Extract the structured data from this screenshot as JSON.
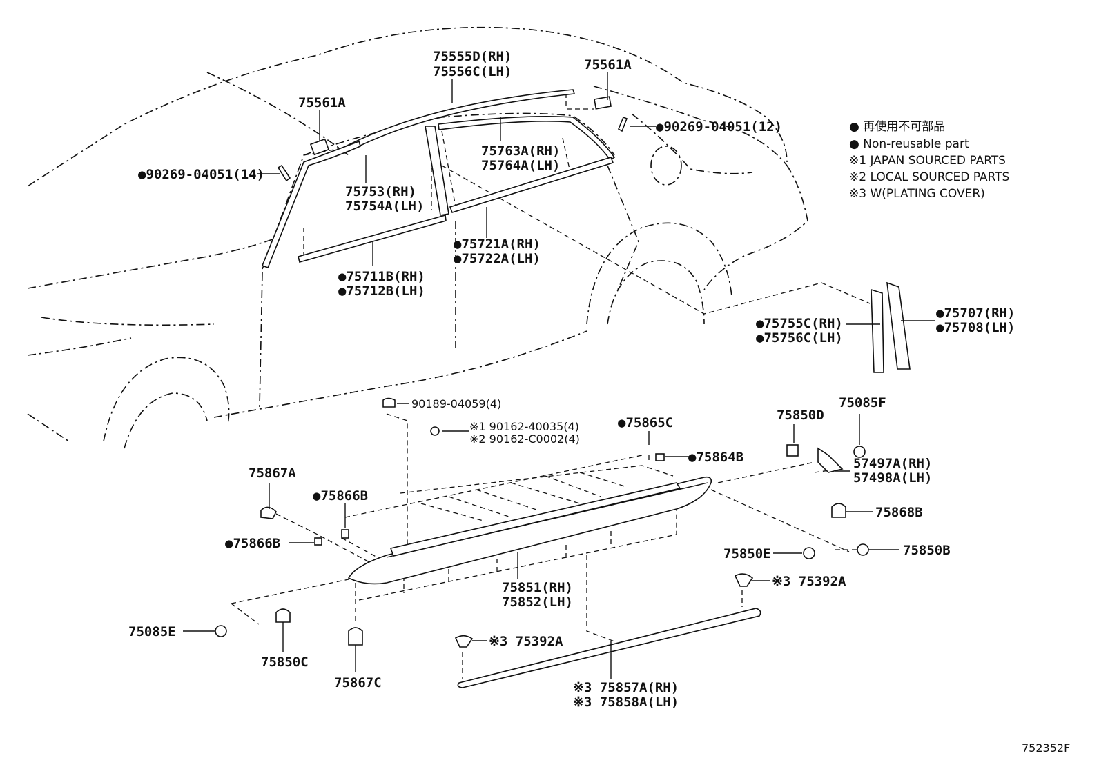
{
  "legend": {
    "ja": "● 再使用不可部品",
    "en": "● Non-reusable part",
    "n1": "※1 JAPAN SOURCED PARTS",
    "n2": "※2 LOCAL SOURCED PARTS",
    "n3": "※3 W(PLATING COVER)"
  },
  "labels": {
    "l75555d": "75555D(RH)",
    "l75556c": "75556C(LH)",
    "l75561a_right": "75561A",
    "l75561a_left": "75561A",
    "l90269_12": "●90269-04051(12)",
    "l90269_14": "●90269-04051(14)",
    "l75763a": "75763A(RH)",
    "l75764a": "75764A(LH)",
    "l75753": "75753(RH)",
    "l75754a": "75754A(LH)",
    "l75721a": "●75721A(RH)",
    "l75722a": "●75722A(LH)",
    "l75711b": "●75711B(RH)",
    "l75712b": "●75712B(LH)",
    "l75755c": "●75755C(RH)",
    "l75756c": "●75756C(LH)",
    "l75707": "●75707(RH)",
    "l75708": "●75708(LH)",
    "l90189": "90189-04059(4)",
    "l90162a": "※1 90162-40035(4)",
    "l90162b": "※2 90162-C0002(4)",
    "l75865c": "●75865C",
    "l75864b": "●75864B",
    "l75850d": "75850D",
    "l75085f": "75085F",
    "l57497a": "57497A(RH)",
    "l57498a": "57498A(LH)",
    "l75868b": "75868B",
    "l75867a": "75867A",
    "l75866b_top": "●75866B",
    "l75866b_left": "●75866B",
    "l75850e": "75850E",
    "l75850b": "75850B",
    "l75392a_right": "※3 75392A",
    "l75851": "75851(RH)",
    "l75852": "75852(LH)",
    "l75085e": "75085E",
    "l75850c": "75850C",
    "l75392a_left": "※3 75392A",
    "l75867c": "75867C",
    "l75857a": "※3 75857A(RH)",
    "l75858a": "※3 75858A(LH)"
  },
  "diagram_code": "752352F"
}
